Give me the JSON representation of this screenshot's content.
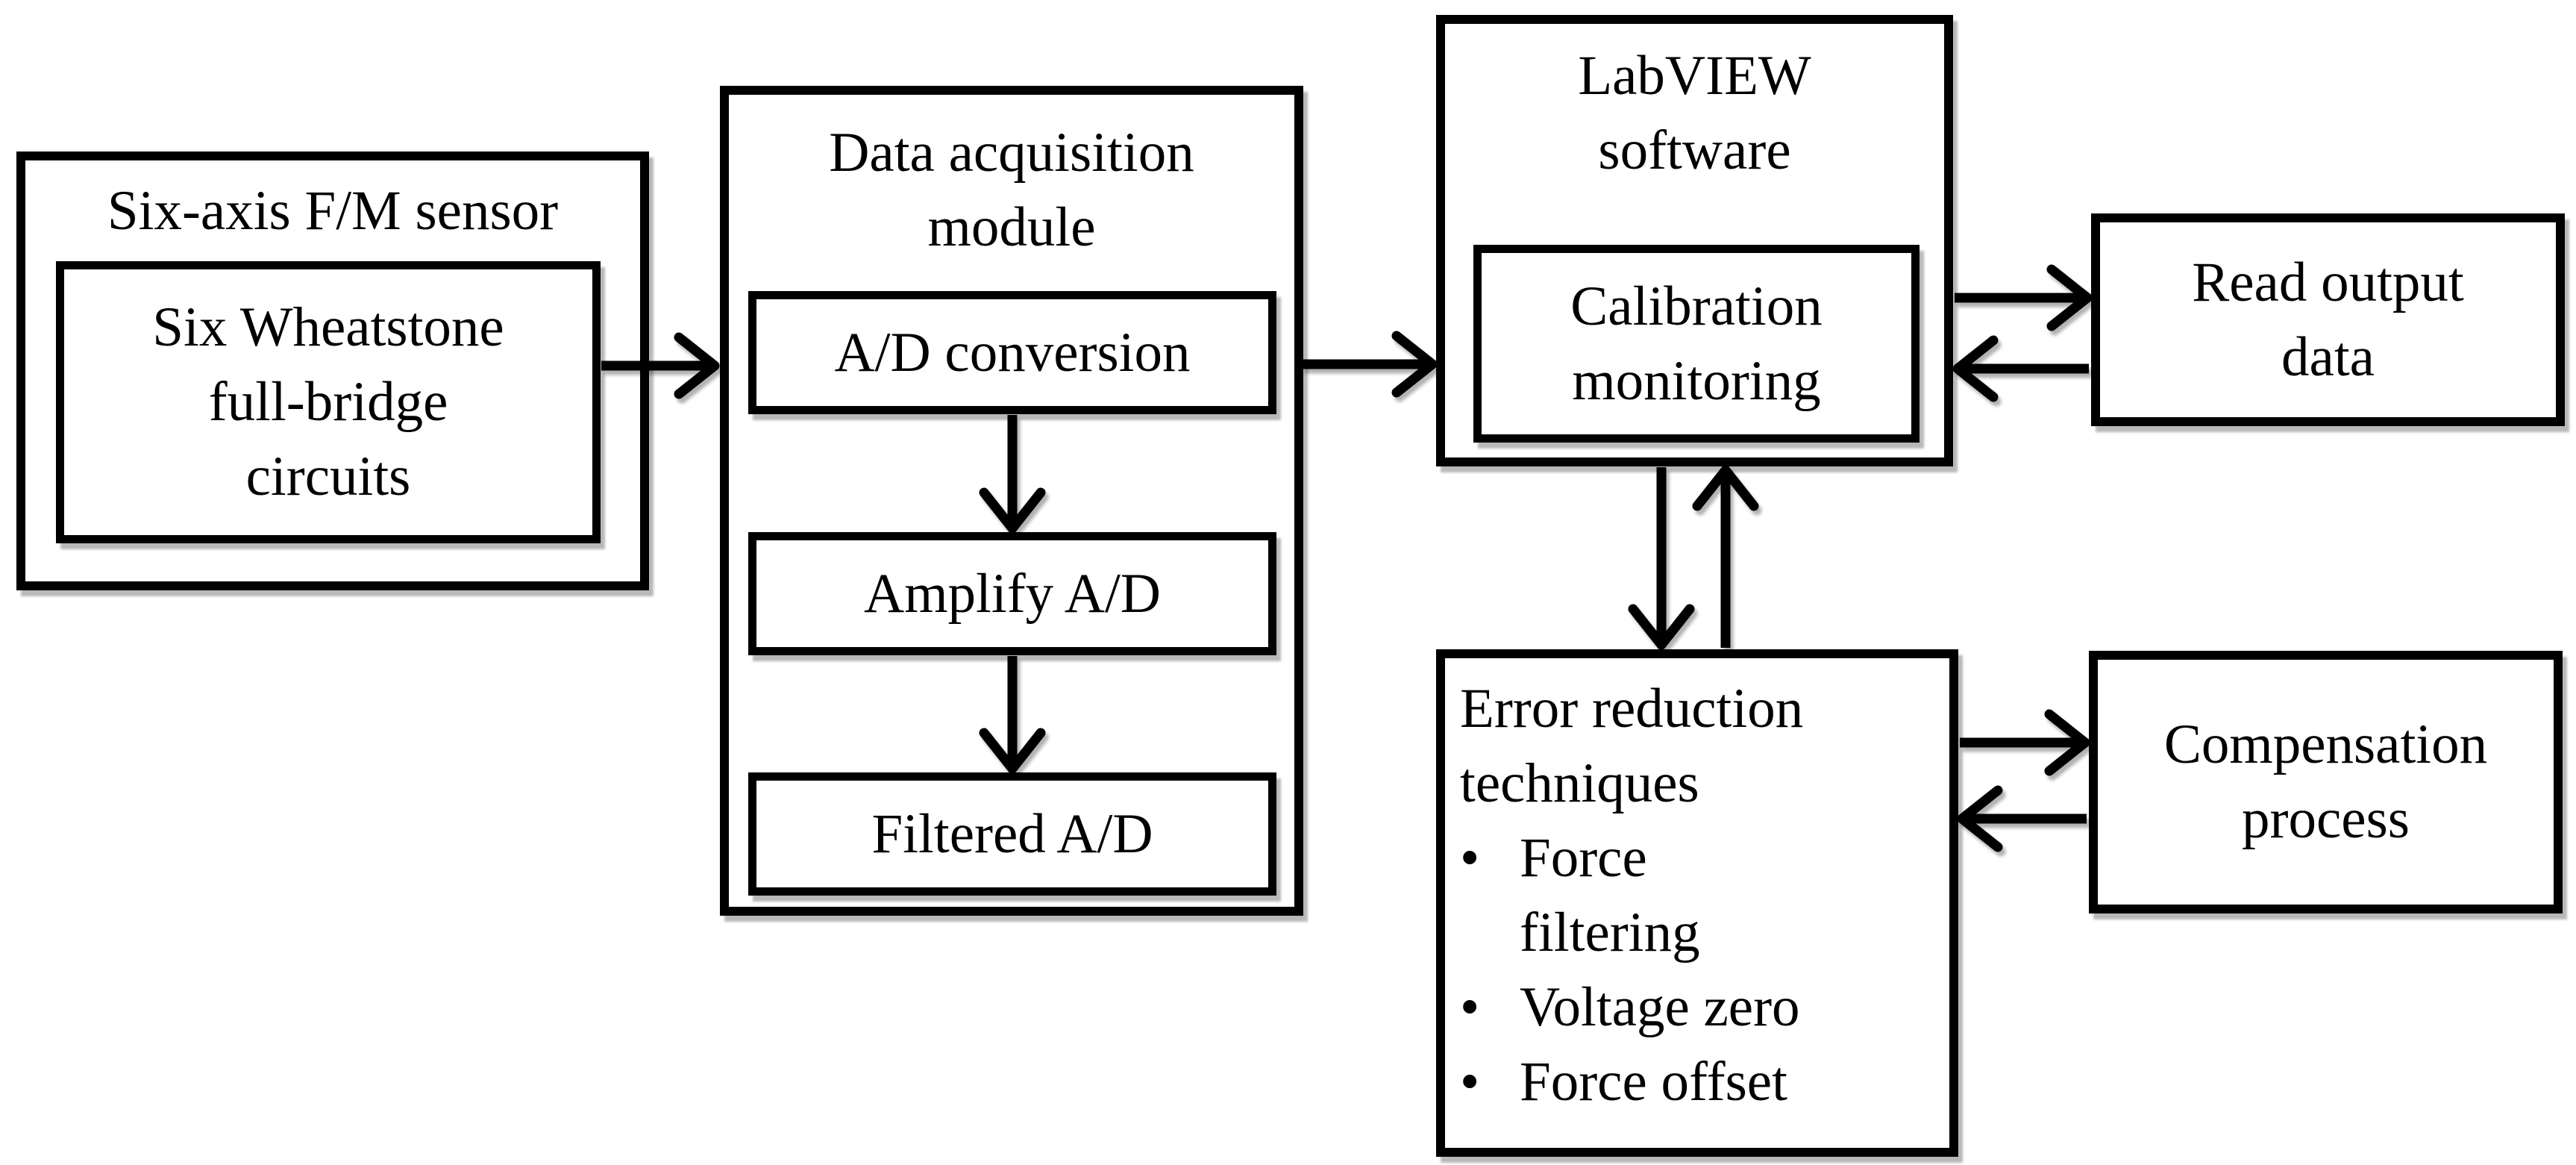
{
  "diagram": {
    "colors": {
      "line": "#000000",
      "background": "#ffffff",
      "text": "#000000"
    },
    "sensor": {
      "title": "Six-axis F/M sensor",
      "inner_label": "Six Wheatstone full-bridge circuits"
    },
    "daq": {
      "title": "Data acquisition module",
      "steps": [
        "A/D conversion",
        "Amplify A/D",
        "Filtered A/D"
      ]
    },
    "labview": {
      "title": "LabVIEW software",
      "inner_label": "Calibration monitoring"
    },
    "read_output": {
      "label": "Read output data"
    },
    "error_reduction": {
      "title": "Error reduction techniques",
      "bullet_char": "•",
      "bullets": [
        "Force filtering",
        "Voltage zero",
        "Force offset"
      ]
    },
    "compensation": {
      "label": "Compensation process"
    }
  }
}
